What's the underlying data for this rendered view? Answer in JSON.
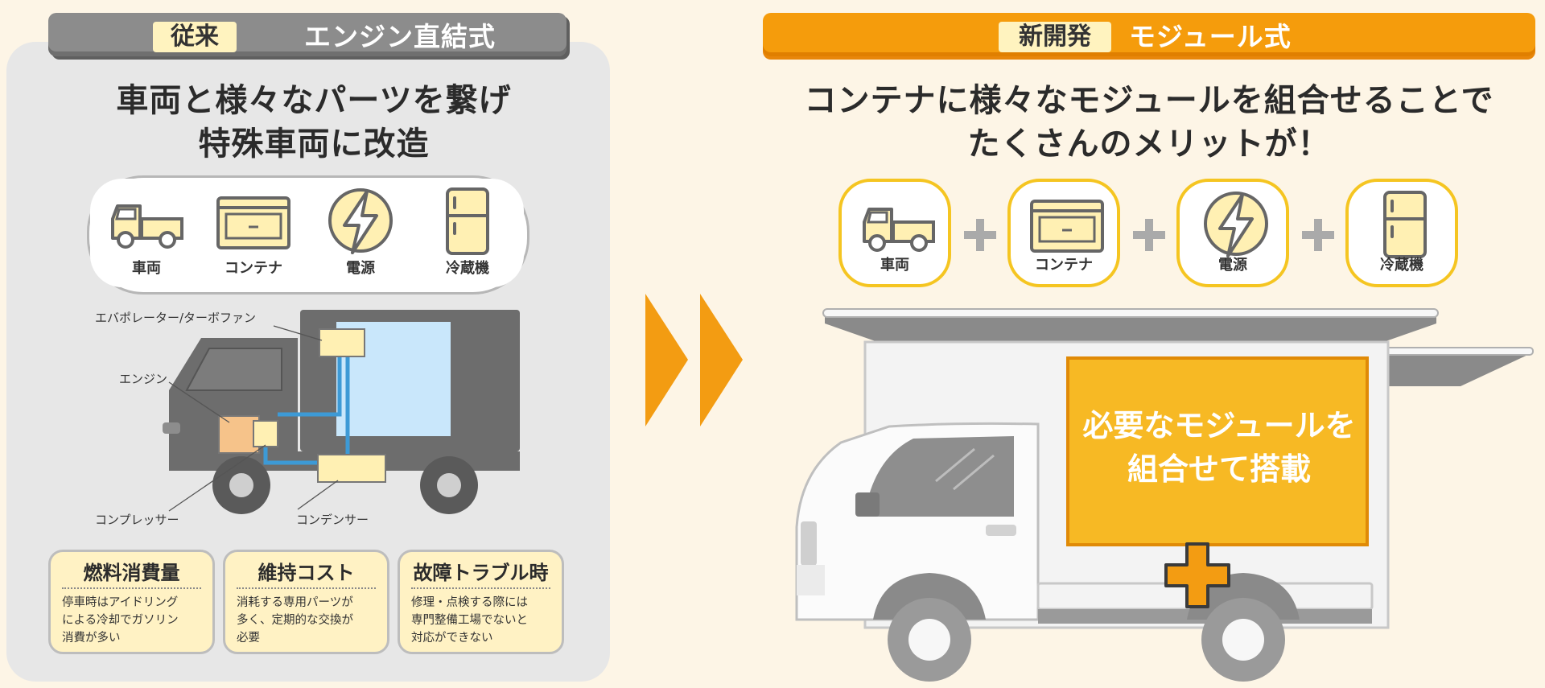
{
  "left": {
    "badge": "従来",
    "title": "エンジン直結式",
    "headline": [
      "車両と様々なパーツを繋げ",
      "特殊車両に改造"
    ],
    "icons": [
      {
        "name": "truck-icon",
        "label": "車両"
      },
      {
        "name": "container-icon",
        "label": "コンテナ"
      },
      {
        "name": "lightning-icon",
        "label": "電源"
      },
      {
        "name": "refrigerator-icon",
        "label": "冷蔵機"
      }
    ],
    "diagram_labels": {
      "evaporator": "エバポレーター/ターボファン",
      "engine": "エンジン",
      "compressor": "コンプレッサー",
      "condenser": "コンデンサー"
    },
    "cards": [
      {
        "title": "燃料消費量",
        "body": [
          "停車時はアイドリング",
          "による冷却でガソリン",
          "消費が多い"
        ]
      },
      {
        "title": "維持コスト",
        "body": [
          "消耗する専用パーツが",
          "多く、定期的な交換が",
          "必要"
        ]
      },
      {
        "title": "故障トラブル時",
        "body": [
          "修理・点検する際には",
          "専門整備工場でないと",
          "対応ができない"
        ]
      }
    ]
  },
  "right": {
    "badge": "新開発",
    "title": "モジュール式",
    "headline": [
      "コンテナに様々なモジュールを組合せることで",
      "たくさんのメリットが！"
    ],
    "icons": [
      {
        "name": "truck-icon",
        "label": "車両"
      },
      {
        "name": "container-icon",
        "label": "コンテナ"
      },
      {
        "name": "lightning-icon",
        "label": "電源"
      },
      {
        "name": "refrigerator-icon",
        "label": "冷蔵機"
      }
    ],
    "module_text": [
      "必要なモジュールを",
      "組合せて搭載"
    ]
  },
  "colors": {
    "background": "#fdf5e6",
    "left_panel": "#e7e7e7",
    "left_header": "#8c8c8c",
    "right_header": "#f59c0c",
    "badge": "#fff3bf",
    "card": "#fff2c4",
    "accent_orange": "#f39c12",
    "module_yellow": "#f7b924",
    "pipe_blue": "#3d9ad6",
    "icon_fill": "#fff0b3"
  }
}
